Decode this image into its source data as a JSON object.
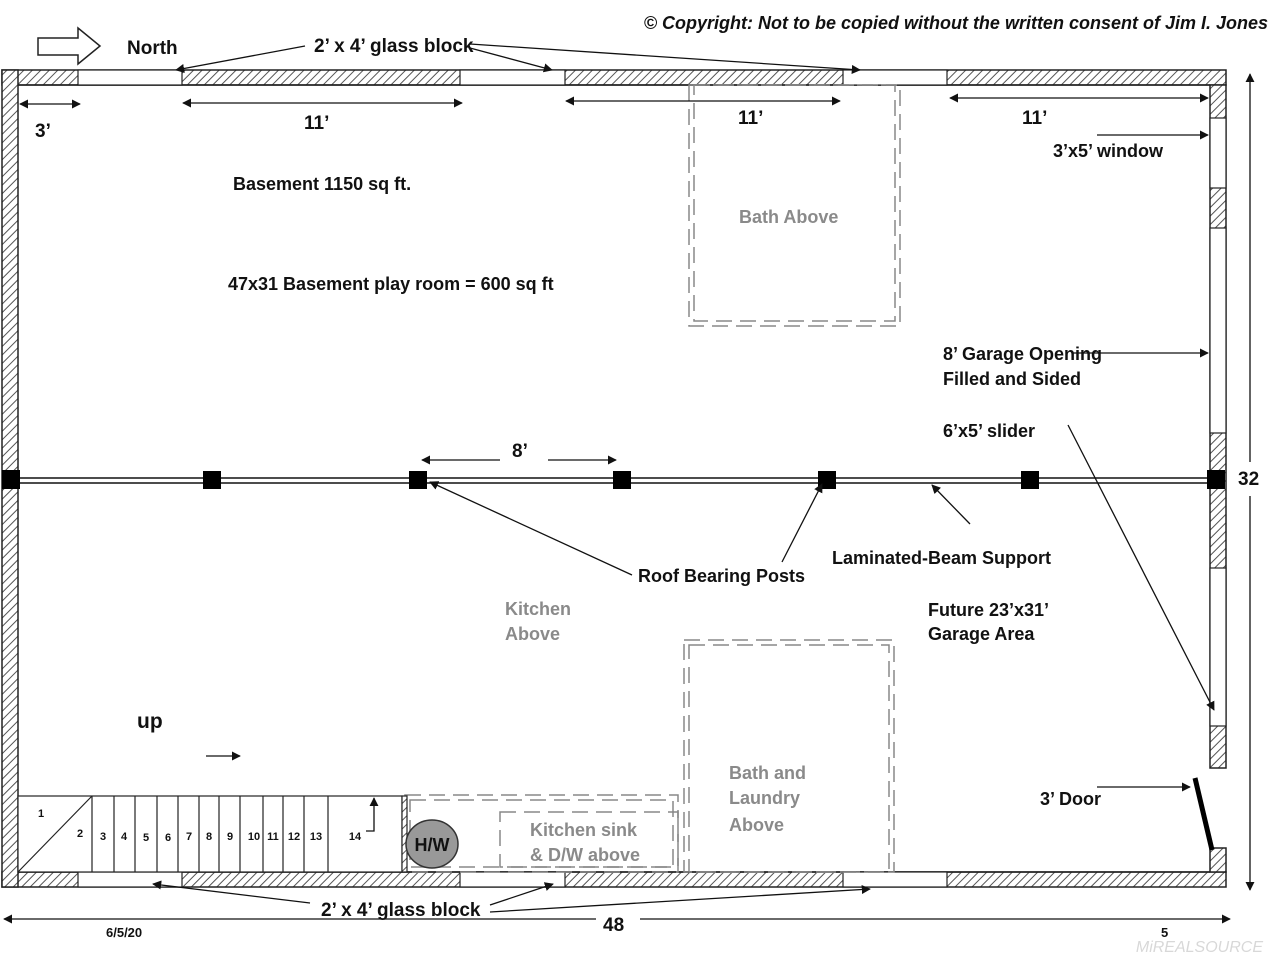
{
  "copyright": "© Copyright: Not to be copied without the written consent of Jim I. Jones",
  "north_label": "North",
  "glass_block_top": "2’ x 4’ glass block",
  "glass_block_bottom": "2’ x 4’ glass block",
  "dims": {
    "d3": "3’",
    "d11a": "11’",
    "d11b": "11’",
    "d11c": "11’",
    "d8": "8’",
    "d32": "32",
    "d48": "48"
  },
  "rooms": {
    "basement_total": "Basement 1150 sq ft.",
    "play_room": "47x31 Basement play room = 600 sq ft",
    "bath_above": "Bath Above",
    "kitchen_above": [
      "Kitchen",
      "Above"
    ],
    "bath_laundry_above": [
      "Bath and",
      "Laundry",
      "Above"
    ],
    "kitchen_sink": [
      "Kitchen sink",
      "& D/W above"
    ],
    "future_garage": [
      "Future 23’x31’",
      "Garage Area"
    ]
  },
  "callouts": {
    "window": "3’x5’ window",
    "garage_opening": [
      "8’ Garage Opening",
      "Filled and Sided"
    ],
    "slider": "6’x5’ slider",
    "roof_posts": "Roof Bearing Posts",
    "beam": "Laminated-Beam Support",
    "door": "3’ Door",
    "water_heater": "H/W",
    "up": "up"
  },
  "stairs": [
    "1",
    "2",
    "3",
    "4",
    "5",
    "6",
    "7",
    "8",
    "9",
    "10",
    "11",
    "12",
    "13",
    "14"
  ],
  "footer": {
    "date": "6/5/20",
    "page_number": "5",
    "watermark": "MiREALSOURCE"
  }
}
